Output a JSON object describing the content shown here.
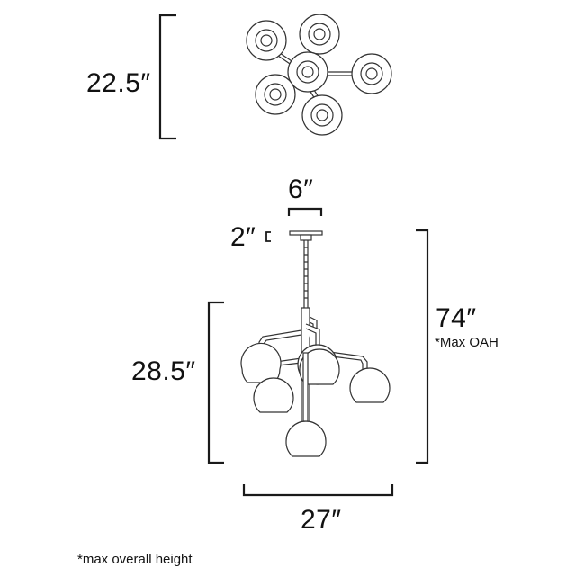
{
  "diagram": {
    "type": "product dimension drawing",
    "subject": "pendant chandelier with 6 globe shades",
    "top_view": {
      "label": "22.5″",
      "shade_count": 6
    },
    "side_view": {
      "canopy_width": "6″",
      "canopy_height": "2″",
      "fixture_height": "28.5″",
      "overall_height": "74″",
      "overall_height_note": "*Max OAH",
      "fixture_width": "27″"
    },
    "footnote": "*max overall height"
  },
  "colors": {
    "line": "#1a1a1a",
    "background": "#ffffff"
  }
}
